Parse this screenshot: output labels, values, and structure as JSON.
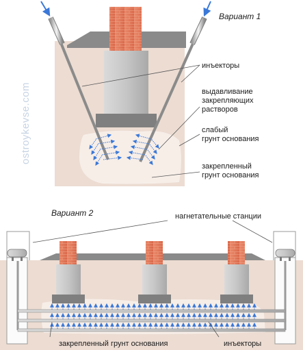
{
  "variant1": {
    "title": "Вариант 1",
    "labels": {
      "injectors": "инъекторы",
      "squeeze_l1": "выдавливание",
      "squeeze_l2": "закрепляющих",
      "squeeze_l3": "растворов",
      "weak_l1": "слабый",
      "weak_l2": "грунт основания",
      "fixed_l1": "закрепленный",
      "fixed_l2": "грунт основания"
    }
  },
  "variant2": {
    "title": "Вариант 2",
    "labels": {
      "stations": "нагнетательные станции",
      "fixed_ground": "закрепленный грунт основания",
      "injectors": "инъекторы"
    }
  },
  "watermark": "ostroykevse.com",
  "colors": {
    "soil": "#ecdcd2",
    "fixed_zone": "#f7eee8",
    "brick": "#e0785a",
    "concrete": "#c2c2c2",
    "dark_step": "#7a7a7a",
    "arrow": "#3a78d8"
  }
}
